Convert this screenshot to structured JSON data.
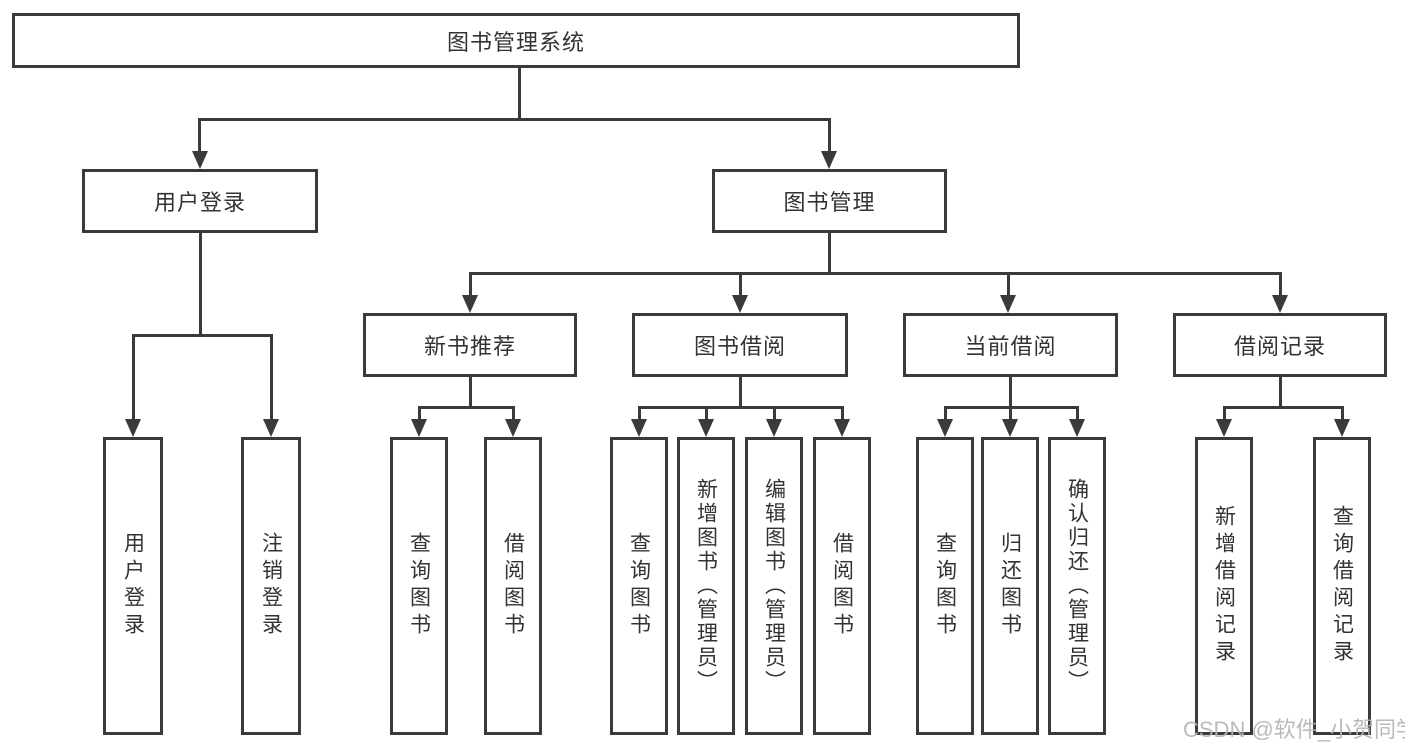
{
  "title": {
    "label": "图书管理系统"
  },
  "level1": [
    {
      "label": "用户登录",
      "children": [
        {
          "label": "用户登录"
        },
        {
          "label": "注销登录"
        }
      ]
    },
    {
      "label": "图书管理",
      "children": [
        {
          "label": "新书推荐",
          "children": [
            {
              "label": "查询图书"
            },
            {
              "label": "借阅图书"
            }
          ]
        },
        {
          "label": "图书借阅",
          "children": [
            {
              "label": "查询图书"
            },
            {
              "label": "新增图书（管理员）"
            },
            {
              "label": "编辑图书（管理员）"
            },
            {
              "label": "借阅图书"
            }
          ]
        },
        {
          "label": "当前借阅",
          "children": [
            {
              "label": "查询图书"
            },
            {
              "label": "归还图书"
            },
            {
              "label": "确认归还（管理员）"
            }
          ]
        },
        {
          "label": "借阅记录",
          "children": [
            {
              "label": "新增借阅记录"
            },
            {
              "label": "查询借阅记录"
            }
          ]
        }
      ]
    }
  ],
  "watermark": {
    "text": "CSDN @软件_小贺同学"
  },
  "colors": {
    "line": "#3a3a3a",
    "text": "#333333",
    "watermark": "#b5b5b5",
    "background": "#ffffff"
  }
}
